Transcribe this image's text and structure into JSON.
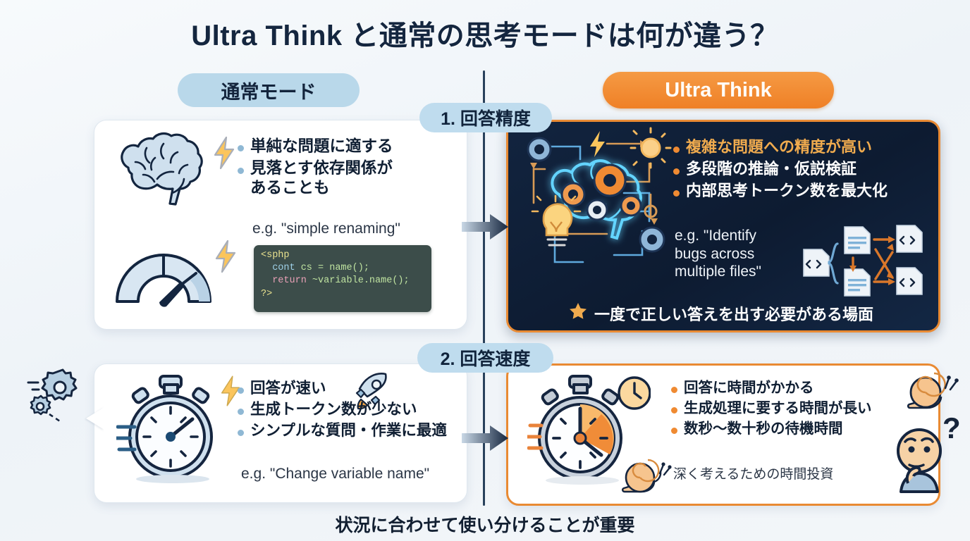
{
  "title": "Ultra Think と通常の思考モードは何が違う？",
  "footer": "状況に合わせて使い分けることが重要",
  "pills": {
    "normal": "通常モード",
    "ultra": "Ultra Think"
  },
  "sections": [
    {
      "chip": "1. 回答精度"
    },
    {
      "chip": "2. 回答速度"
    }
  ],
  "cards": {
    "accuracy_normal": {
      "bullets": [
        "単純な問題に適する",
        "見落とす依存関係が\nあることも"
      ],
      "example": "e.g. \"simple renaming\"",
      "code": {
        "line1": "<sphp",
        "line2_kw": "cont",
        "line2_rest": " cs = name();",
        "line3_kw": "return",
        "line3_rest": " ~variable.name();",
        "line4": "?>"
      },
      "icons": [
        "brain-icon",
        "gauge-icon",
        "lightning-icon"
      ]
    },
    "accuracy_ultra": {
      "bullets": [
        "複雑な問題への精度が高い",
        "多段階の推論・仮説検証",
        "内部思考トークン数を最大化"
      ],
      "example": "e.g. \"Identify\nbugs across\nmultiple files\"",
      "banner": "一度で正しい答えを出す必要がある場面",
      "icons": [
        "neural-brain-icon",
        "gear-icon",
        "lightbulb-icon",
        "sun-icon",
        "gauge-icon",
        "code-file-icon",
        "star-icon"
      ]
    },
    "speed_normal": {
      "bullets": [
        "回答が速い",
        "生成トークン数が少ない",
        "シンプルな質問・作業に最適"
      ],
      "example": "e.g. \"Change variable name\"",
      "icons": [
        "stopwatch-icon",
        "rocket-icon",
        "lightning-icon",
        "gear-icon"
      ]
    },
    "speed_ultra": {
      "bullets": [
        "回答に時間がかかる",
        "生成処理に要する時間が長い",
        "数秒〜数十秒の待機時間"
      ],
      "example": "深く考えるための時間投資",
      "question_mark": "?",
      "icons": [
        "stopwatch-icon",
        "clock-icon",
        "snail-icon",
        "thinking-face-icon"
      ]
    }
  },
  "colors": {
    "accent_orange": "#ef8026",
    "accent_gold": "#f0ab4e",
    "dark_navy": "#12243f",
    "pill_blue": "#b9d8ea",
    "text_dark": "#101f33",
    "background": "#f2f6fa"
  }
}
